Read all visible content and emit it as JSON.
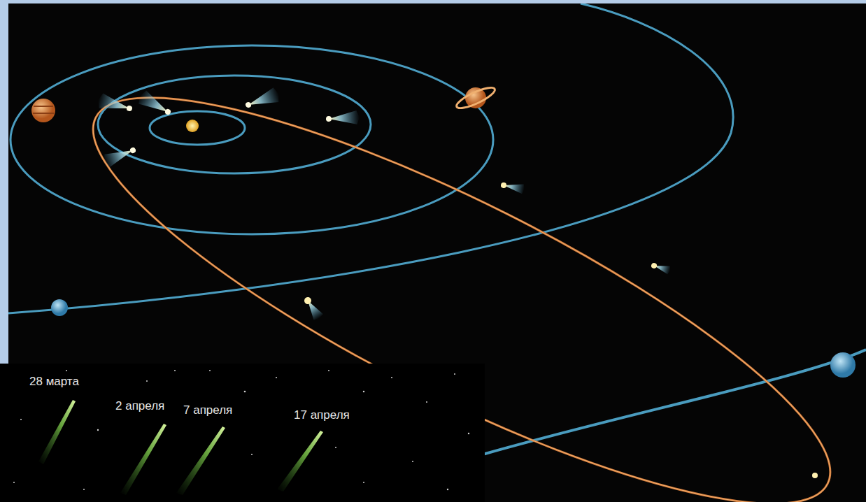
{
  "diagram": {
    "labels": [
      "28 марта",
      "2 апреля",
      "7 апреля",
      "17 апреля"
    ]
  }
}
